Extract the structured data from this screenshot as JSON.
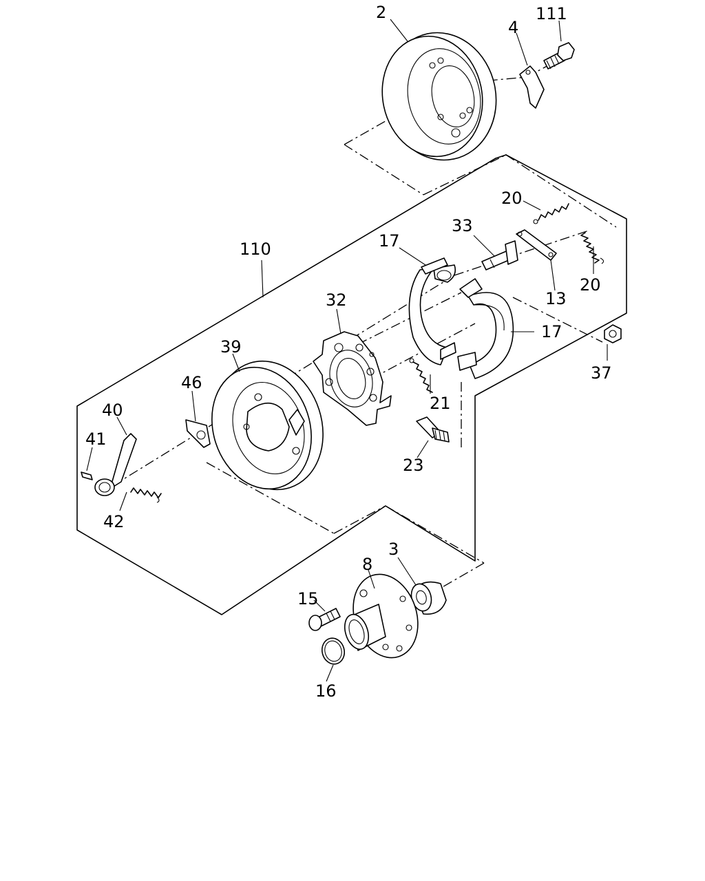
{
  "labels": {
    "l2": "2",
    "l111": "111",
    "l4": "4",
    "l20a": "20",
    "l33": "33",
    "l17a": "17",
    "l110": "110",
    "l13": "13",
    "l20b": "20",
    "l32": "32",
    "l17b": "17",
    "l39": "39",
    "l37": "37",
    "l46": "46",
    "l21": "21",
    "l40": "40",
    "l41": "41",
    "l23": "23",
    "l42": "42",
    "l3": "3",
    "l8": "8",
    "l15": "15",
    "l16": "16"
  }
}
